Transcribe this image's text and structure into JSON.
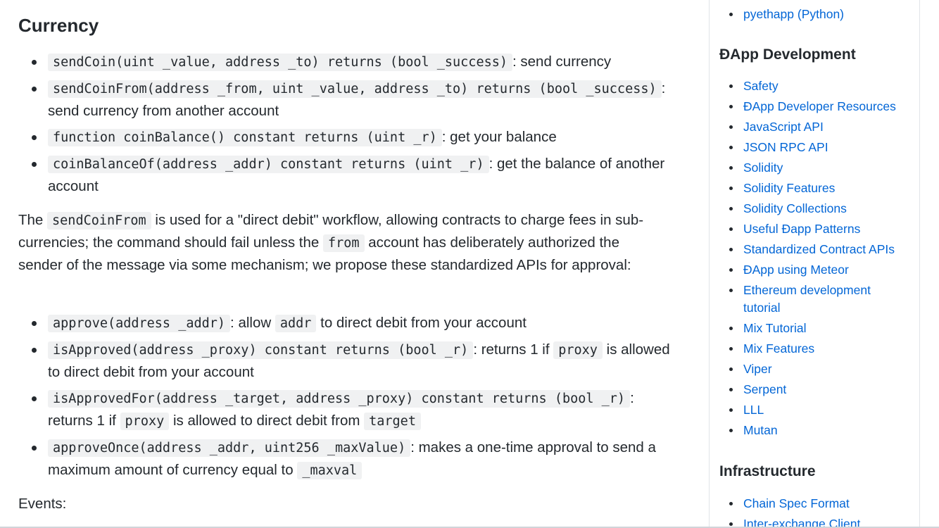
{
  "main": {
    "heading": "Currency",
    "list1": [
      {
        "code": "sendCoin(uint _value, address _to) returns (bool _success)",
        "text": ": send currency"
      },
      {
        "code": "sendCoinFrom(address _from, uint _value, address _to) returns (bool _success)",
        "text": ": send currency from another account"
      },
      {
        "code": "function coinBalance() constant returns (uint _r)",
        "text": ": get your balance"
      },
      {
        "code": "coinBalanceOf(address _addr) constant returns (uint _r)",
        "text": ": get the balance of another account"
      }
    ],
    "para": {
      "t1": "The ",
      "c1": "sendCoinFrom",
      "t2": " is used for a \"direct debit\" workflow, allowing contracts to charge fees in sub-currencies; the command should fail unless the ",
      "c2": "from",
      "t3": " account has deliberately authorized the sender of the message via some mechanism; we propose these standardized APIs for approval:"
    },
    "list2": [
      {
        "c1": "approve(address _addr)",
        "t1": ": allow ",
        "c2": "addr",
        "t2": " to direct debit from your account"
      },
      {
        "c1": "isApproved(address _proxy) constant returns (bool _r)",
        "t1": ": returns 1 if ",
        "c2": "proxy",
        "t2": " is allowed to direct debit from your account"
      },
      {
        "c1": "isApprovedFor(address _target, address _proxy) constant returns (bool _r)",
        "t1": ": returns 1 if ",
        "c2": "proxy",
        "t2": " is allowed to direct debit from ",
        "c3": "target"
      },
      {
        "c1": "approveOnce(address _addr, uint256 _maxValue)",
        "t1": ": makes a one-time approval to send a maximum amount of currency equal to ",
        "c2": "_maxval"
      }
    ],
    "events_label": "Events:"
  },
  "sidebar": {
    "top_links": [
      "pyethapp (Python)"
    ],
    "dapp_heading": "ĐApp Development",
    "dapp_links": [
      "Safety",
      "ĐApp Developer Resources",
      "JavaScript API",
      "JSON RPC API",
      "Solidity",
      "Solidity Features",
      "Solidity Collections",
      "Useful Ðapp Patterns",
      "Standardized Contract APIs",
      "ĐApp using Meteor",
      "Ethereum development tutorial",
      "Mix Tutorial",
      "Mix Features",
      "Viper",
      "Serpent",
      "LLL",
      "Mutan"
    ],
    "infra_heading": "Infrastructure",
    "infra_links": [
      "Chain Spec Format",
      "Inter-exchange Client"
    ]
  }
}
